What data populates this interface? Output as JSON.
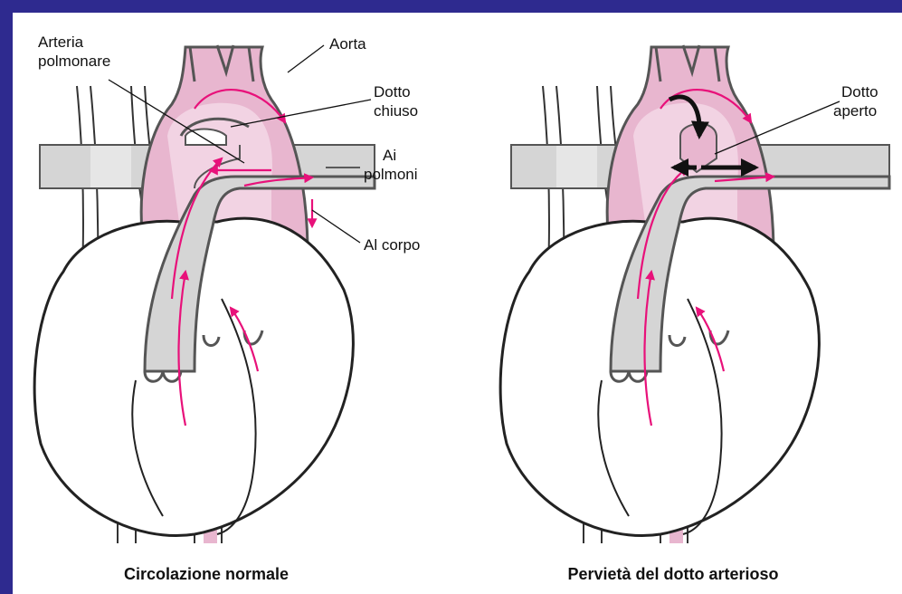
{
  "colors": {
    "frame_border": "#2e2a8f",
    "aorta_fill": "#e8b6cf",
    "aorta_inner": "#f2d3e3",
    "pulmonary_fill": "#d5d5d5",
    "outline": "#555555",
    "flow_arrow": "#e8117a",
    "shunt_arrow": "#111111"
  },
  "left_panel": {
    "labels": {
      "pulmonary_artery_line1": "Arteria",
      "pulmonary_artery_line2": "polmonare",
      "aorta": "Aorta",
      "duct_line1": "Dotto",
      "duct_line2": "chiuso",
      "lungs_line1": "Ai",
      "lungs_line2": "polmoni",
      "body": "Al corpo"
    },
    "caption": "Circolazione normale"
  },
  "right_panel": {
    "labels": {
      "duct_line1": "Dotto",
      "duct_line2": "aperto"
    },
    "caption": "Pervietà del dotto arterioso"
  }
}
